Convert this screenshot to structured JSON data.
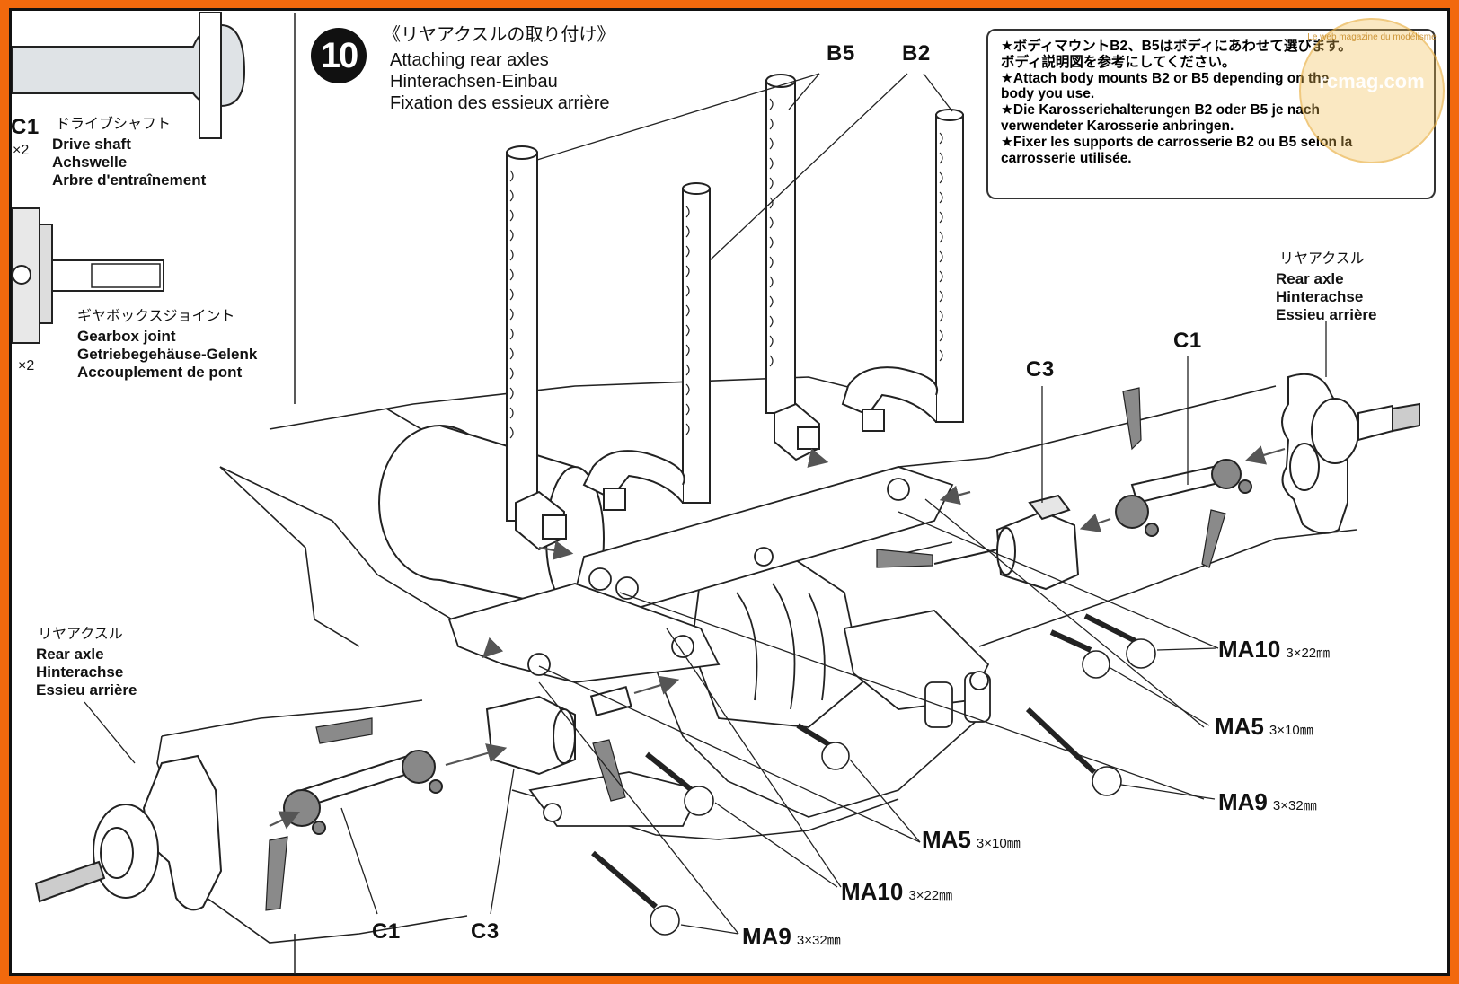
{
  "step": {
    "number": "10",
    "title_jp": "《リヤアクスルの取り付け》",
    "title_en": "Attaching rear axles",
    "title_de": "Hinterachsen-Einbau",
    "title_fr": "Fixation des essieux arrière"
  },
  "note": {
    "lines": [
      "★ボディマウントB2、B5はボディにあわせて選びます。",
      "ボディ説明図を参考にしてください。",
      "★Attach body mounts B2 or B5 depending on the",
      "body you use.",
      "★Die Karosseriehalterungen B2 oder B5 je nach",
      "verwendeter Karosserie anbringen.",
      "★Fixer les supports de carrosserie B2 ou B5 selon la",
      "carrosserie utilisée."
    ]
  },
  "watermark": {
    "url": "rcmag.com",
    "arc_text": "Le web magazine du modélisme"
  },
  "left_panel": {
    "drive_shaft": {
      "code": "C1",
      "qty": "×2",
      "jp": "ドライブシャフト",
      "en": "Drive shaft",
      "de": "Achswelle",
      "fr": "Arbre d'entraînement"
    },
    "gearbox_joint": {
      "qty": "×2",
      "jp": "ギヤボックスジョイント",
      "en": "Gearbox joint",
      "de": "Getriebegehäuse-Gelenk",
      "fr": "Accouplement de pont"
    }
  },
  "labels": {
    "b5": "B5",
    "b2": "B2",
    "c3_top": "C3",
    "c1_top": "C1",
    "c1_bottom": "C1",
    "c3_bottom": "C3",
    "rear_axle_right": {
      "jp": "リヤアクスル",
      "en": "Rear axle",
      "de": "Hinterachse",
      "fr": "Essieu arrière"
    },
    "rear_axle_left": {
      "jp": "リヤアクスル",
      "en": "Rear axle",
      "de": "Hinterachse",
      "fr": "Essieu arrière"
    }
  },
  "screws": [
    {
      "code": "MA10",
      "size": "3×22㎜"
    },
    {
      "code": "MA5",
      "size": "3×10㎜"
    },
    {
      "code": "MA9",
      "size": "3×32㎜"
    },
    {
      "code": "MA5",
      "size": "3×10㎜"
    },
    {
      "code": "MA10",
      "size": "3×22㎜"
    },
    {
      "code": "MA9",
      "size": "3×32㎜"
    }
  ],
  "colors": {
    "frame": "#f2690d",
    "border": "#111111",
    "line": "#222222",
    "shade": "#8a8a8a",
    "panel_fill": "#e6e6e6"
  }
}
